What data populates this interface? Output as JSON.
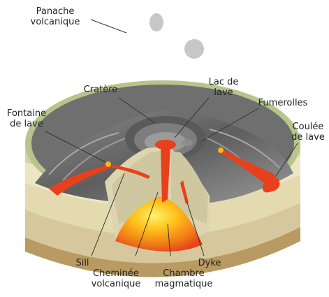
{
  "labels": {
    "plume": "Panache\nvolcanique",
    "crater": "Cratère",
    "lava_lake": "Lac de\nlave",
    "fumaroles": "Fumerolles",
    "lava_fountain": "Fontaine\nde lave",
    "lava_flow": "Coulée\nde lave",
    "sill": "Sill",
    "vent": "Cheminée\nvolcanique",
    "magma_chamber": "Chambre\nmagmatique",
    "dike": "Dyke"
  },
  "colors": {
    "lava": "#e8401c",
    "magma_core": "#ffd21f",
    "rock_dark": "#6b6b6b",
    "rock_light": "#c9c9c9",
    "grass": "#b8c48a",
    "layer_cream": "#ece6c4",
    "layer_tan": "#d6c89c",
    "layer_brown": "#b89a62",
    "plume": "#c8c8c8"
  }
}
